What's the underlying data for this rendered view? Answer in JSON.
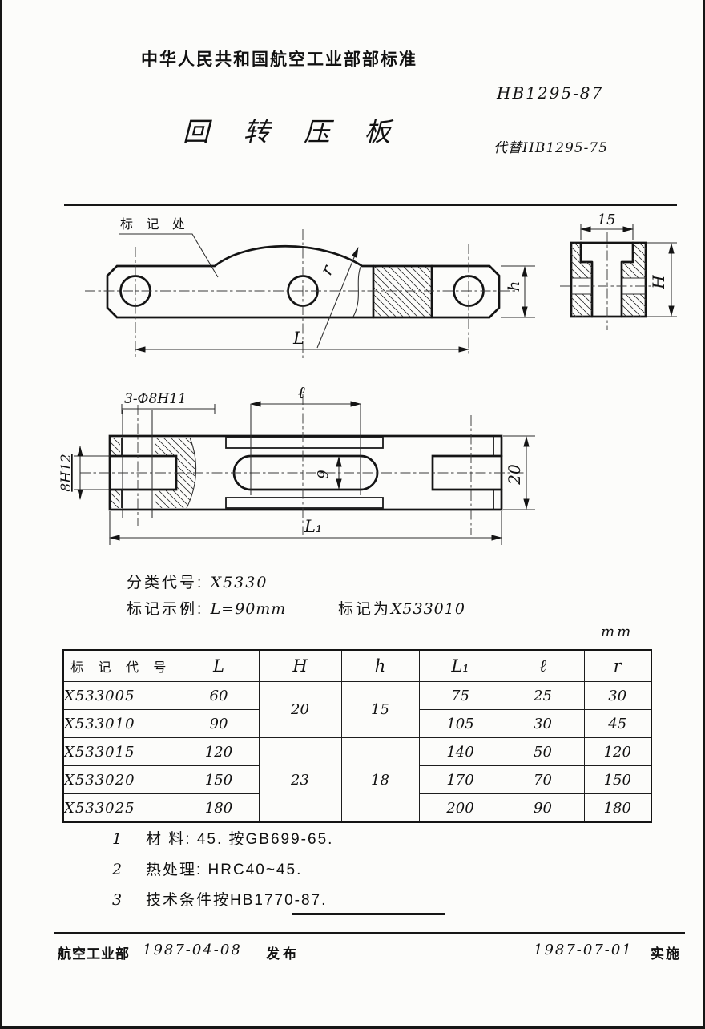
{
  "page": {
    "header": "中华人民共和国航空工业部部标准",
    "standard_no": "HB1295-87",
    "title": "回  转  压  板",
    "replaces": "代替HB1295-75"
  },
  "drawing": {
    "front": {
      "marking": "标 记 处",
      "r": "r",
      "L": "L",
      "h": "h"
    },
    "section": {
      "w15": "15",
      "H": "H"
    },
    "plan": {
      "holes": "3-Φ8H11",
      "l": "ℓ",
      "fit": "8H12",
      "w9": "9",
      "w20": "20",
      "L1": "L₁"
    }
  },
  "classification": {
    "label": "分类代号:",
    "code": "X5330"
  },
  "example": {
    "label": "标记示例:",
    "condition": "L=90mm",
    "marking_prefix": "标记为",
    "code": "X533010"
  },
  "table": {
    "unit": "mm",
    "headers": [
      "标 记 代 号",
      "L",
      "H",
      "h",
      "L₁",
      "ℓ",
      "r"
    ],
    "rows": [
      {
        "code": "X533005",
        "L": "60",
        "H": "20",
        "h": "15",
        "L1": "75",
        "l": "25",
        "r": "30"
      },
      {
        "code": "X533010",
        "L": "90",
        "L1": "105",
        "l": "30",
        "r": "45"
      },
      {
        "code": "X533015",
        "L": "120",
        "H": "23",
        "h": "18",
        "L1": "140",
        "l": "50",
        "r": "120"
      },
      {
        "code": "X533020",
        "L": "150",
        "L1": "170",
        "l": "70",
        "r": "150"
      },
      {
        "code": "X533025",
        "L": "180",
        "L1": "200",
        "l": "90",
        "r": "180"
      }
    ]
  },
  "notes": [
    {
      "num": "1",
      "text": "材 料: 45. 按GB699-65."
    },
    {
      "num": "2",
      "text": "热处理: HRC40~45."
    },
    {
      "num": "3",
      "text": "技术条件按HB1770-87."
    }
  ],
  "footer": {
    "issuer": "航空工业部",
    "issue_date": "1987-04-08",
    "issue_label": "发布",
    "effective_date": "1987-07-01",
    "effective_label": "实施"
  }
}
